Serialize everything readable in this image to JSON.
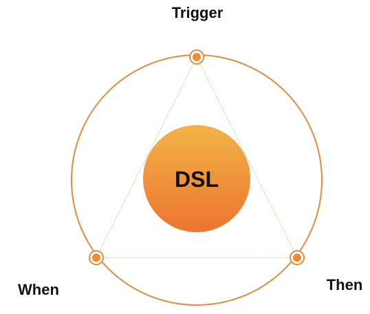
{
  "labels": {
    "center": "DSL",
    "trigger": "Trigger",
    "when": "When",
    "then": "Then"
  },
  "colors": {
    "ring": "#e8893a",
    "dotted_line": "#e2a36f",
    "node_fill": "#f08a34",
    "node_ring": "#e8893a",
    "center_gradient_top": "#f2b447",
    "center_gradient_bottom": "#ec7430"
  }
}
